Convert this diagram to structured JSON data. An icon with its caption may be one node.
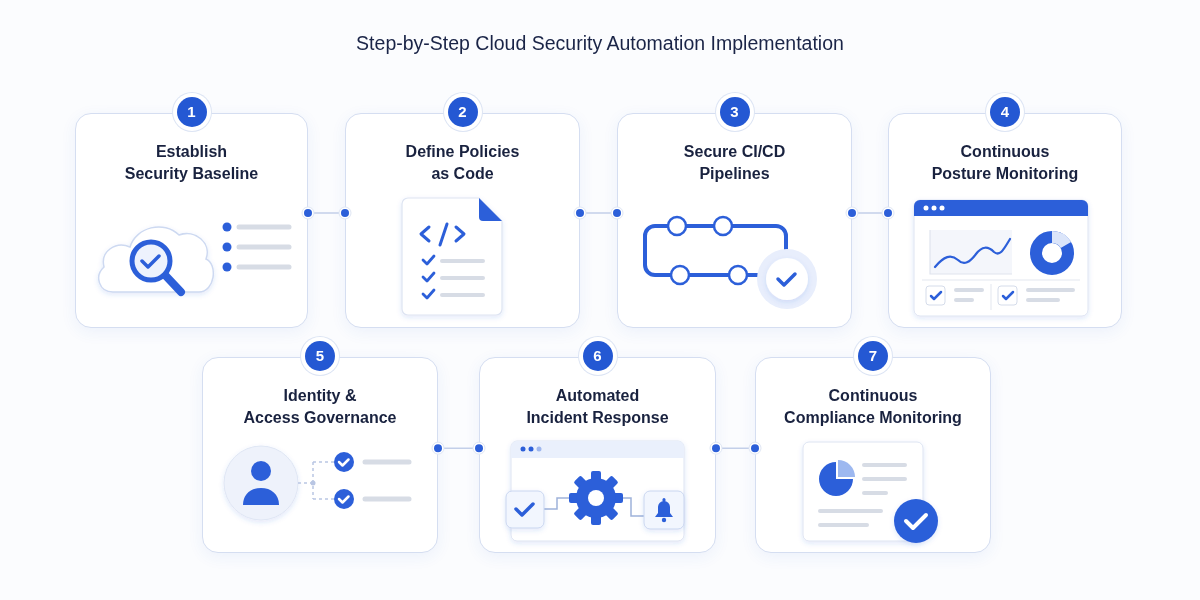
{
  "diagram": {
    "title": "Step-by-Step Cloud Security Automation Implementation",
    "nodes": [
      {
        "text": [
          "1",
          "Establish Security Baseline"
        ]
      },
      {
        "text": [
          "2",
          "Define Policies as Code"
        ]
      },
      {
        "text": [
          "3",
          "Secure CI/CD Pipelines"
        ]
      },
      {
        "text": [
          "4",
          "Continuous Posture Monitoring"
        ]
      },
      {
        "text": [
          "5",
          "Identity & Access Governance"
        ]
      },
      {
        "text": [
          "6",
          "Automated Incident Response"
        ]
      },
      {
        "text": [
          "7",
          "Continuous Compliance Monitoring"
        ]
      }
    ],
    "edges": [
      {
        "from": 0,
        "to": 1,
        "arrow": "other"
      },
      {
        "from": 1,
        "to": 2,
        "arrow": "other"
      },
      {
        "from": 2,
        "to": 3,
        "arrow": "other"
      },
      {
        "from": 4,
        "to": 5,
        "arrow": "other"
      },
      {
        "from": 5,
        "to": 6,
        "arrow": "other"
      }
    ]
  }
}
